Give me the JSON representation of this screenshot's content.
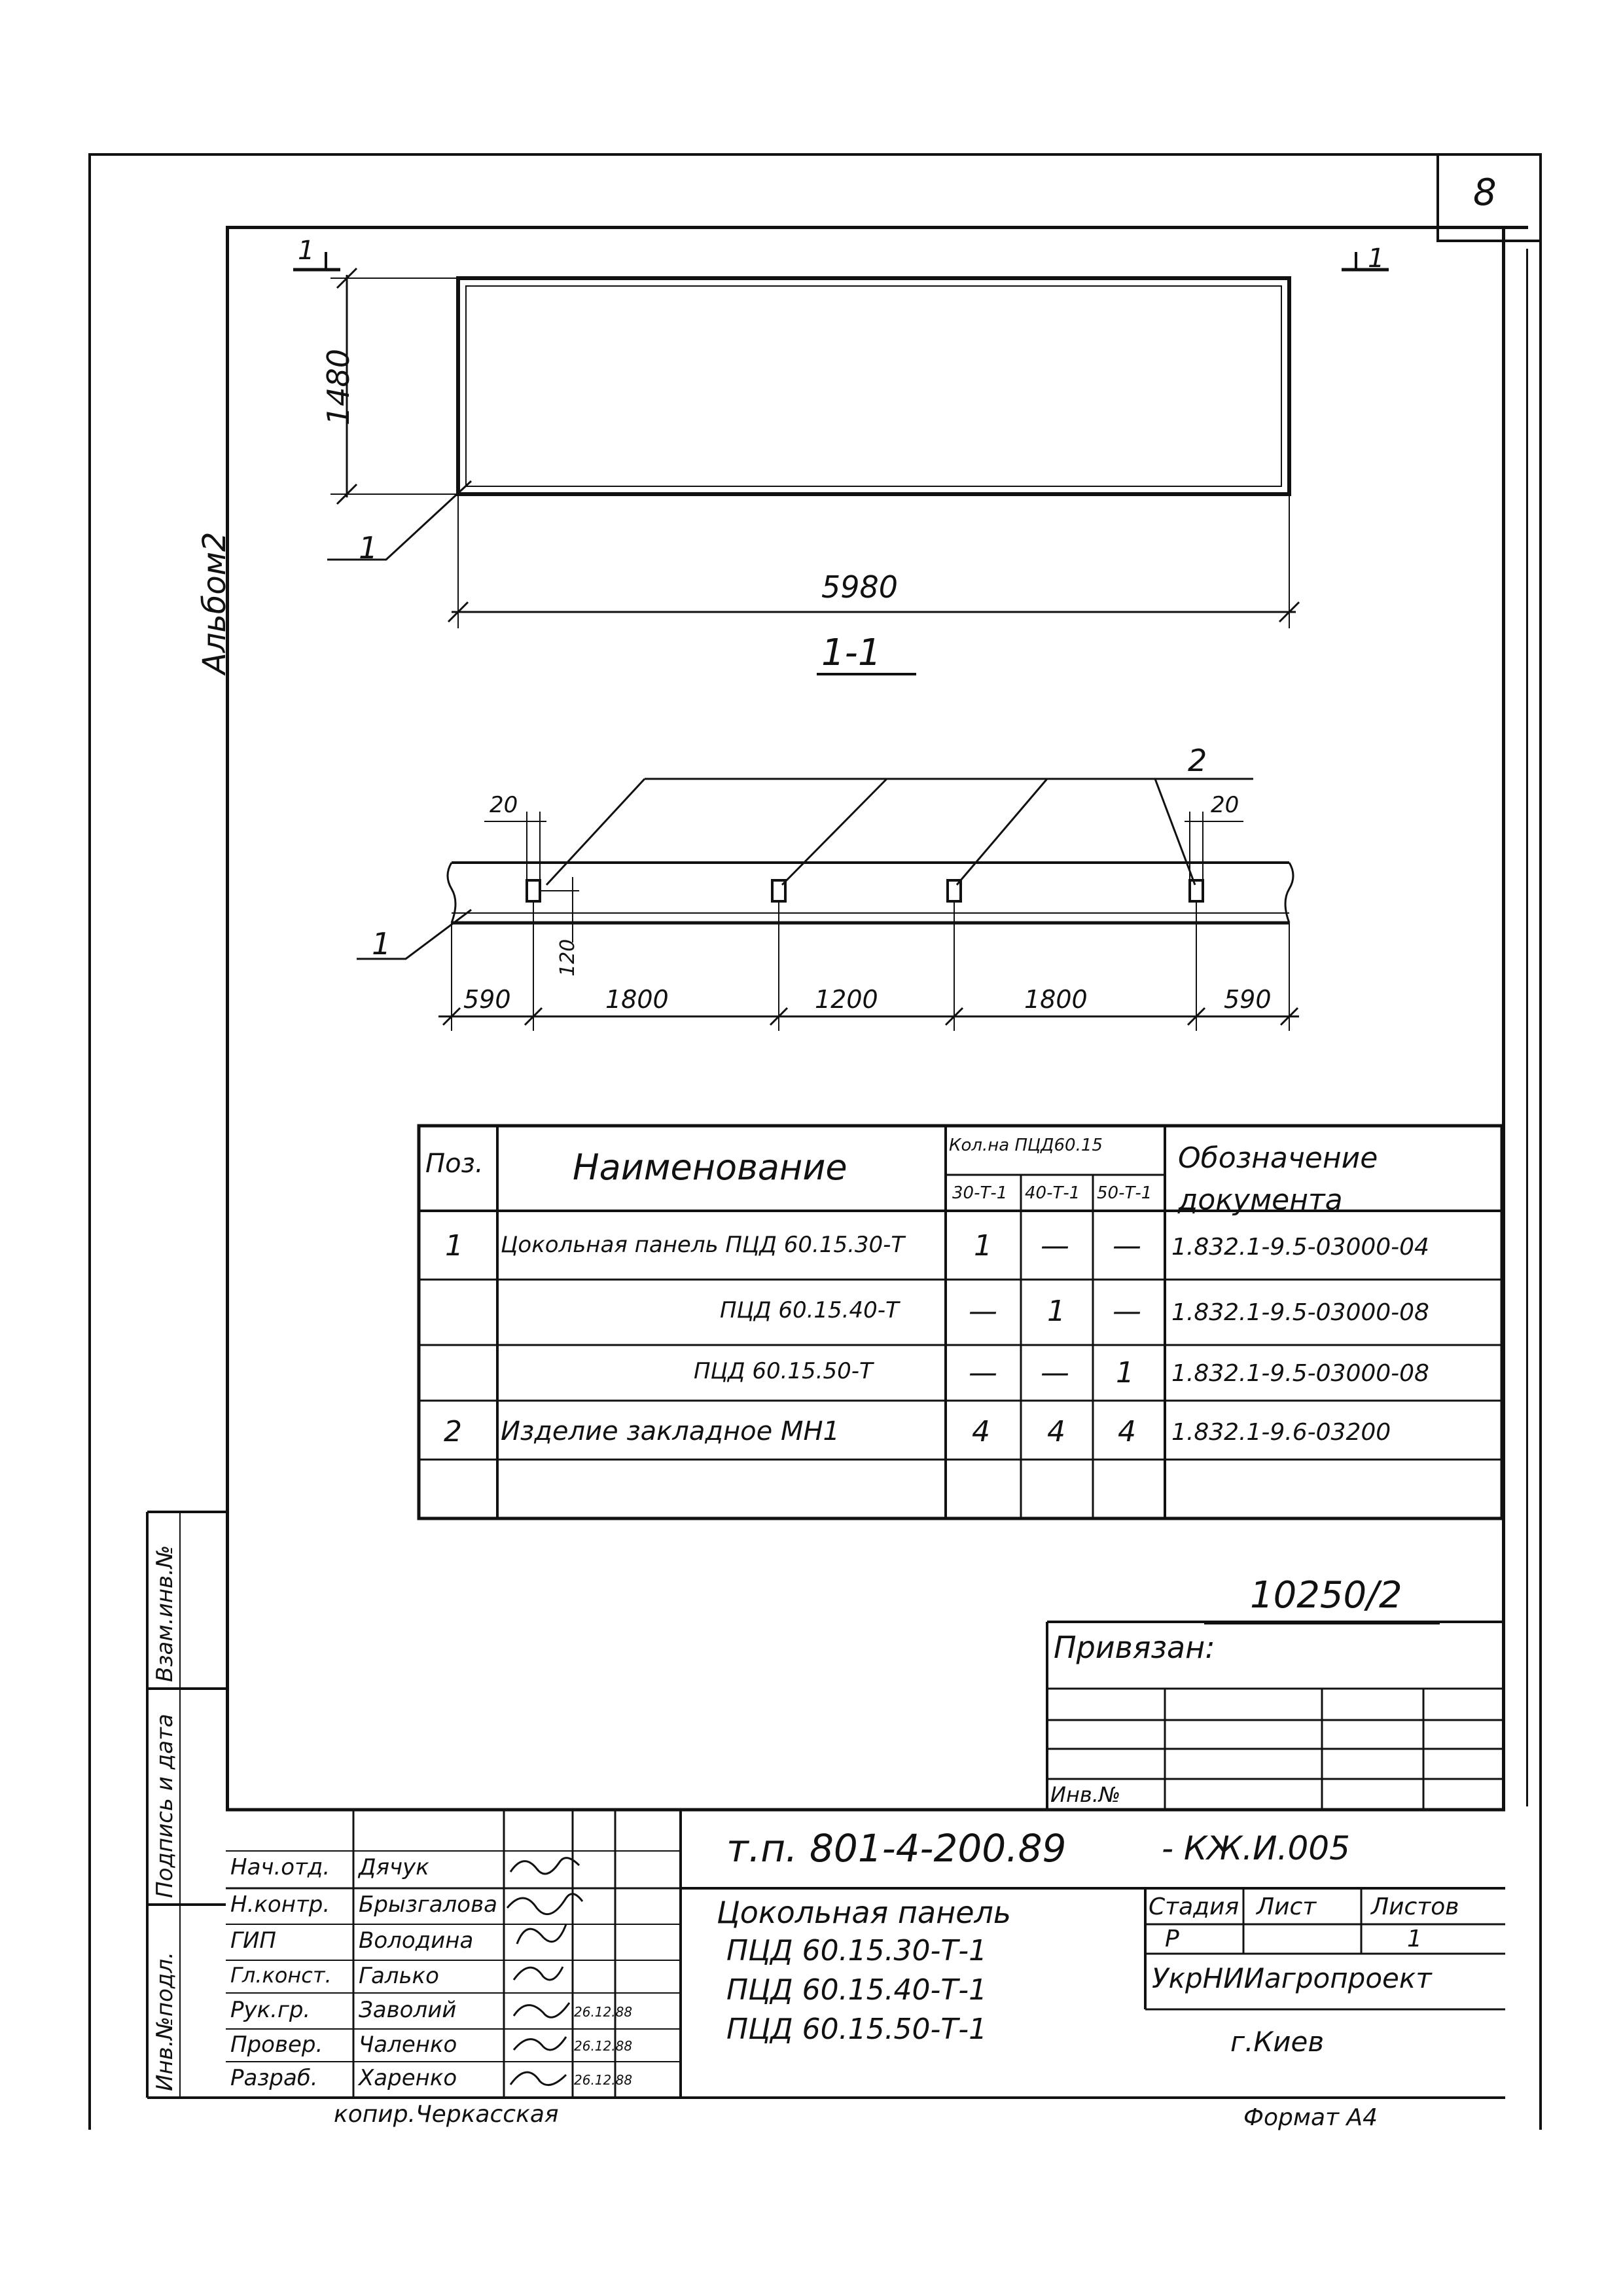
{
  "sheet_number": "8",
  "album_label": "Альбом2",
  "top_drawing": {
    "section_mark": "1",
    "height_dim": "1480",
    "width_dim": "5980",
    "leader_label": "1"
  },
  "section": {
    "title": "1-1",
    "leader_top": "2",
    "leader_left": "1",
    "gap_left": "20",
    "gap_right": "20",
    "vertical_dim": "120",
    "dims": [
      "590",
      "1800",
      "1200",
      "1800",
      "590"
    ]
  },
  "spec_table": {
    "headers": {
      "pos": "Поз.",
      "name": "Наименование",
      "qty_group": "Кол.на ПЦД60.15",
      "qty_cols": [
        "30-Т-1",
        "40-Т-1",
        "50-Т-1"
      ],
      "doc": "Обозначение документа"
    },
    "rows": [
      {
        "pos": "1",
        "name": "Цокольная панель ПЦД 60.15.30-Т",
        "q1": "1",
        "q2": "—",
        "q3": "—",
        "doc": "1.832.1-9.5-03000-04"
      },
      {
        "pos": "",
        "name": "ПЦД 60.15.40-Т",
        "q1": "—",
        "q2": "1",
        "q3": "—",
        "doc": "1.832.1-9.5-03000-08"
      },
      {
        "pos": "",
        "name": "ПЦД 60.15.50-Т",
        "q1": "—",
        "q2": "—",
        "q3": "1",
        "doc": "1.832.1-9.5-03000-08"
      },
      {
        "pos": "2",
        "name": "Изделие закладное МН1",
        "q1": "4",
        "q2": "4",
        "q3": "4",
        "doc": "1.832.1-9.6-03200"
      },
      {
        "pos": "",
        "name": "",
        "q1": "",
        "q2": "",
        "q3": "",
        "doc": ""
      }
    ]
  },
  "doc_number": "10250/2",
  "privyazan": {
    "title": "Привязан:",
    "inv_label": "Инв.№"
  },
  "side_stamp": {
    "vzam": "Взам.инв.№",
    "podpis": "Подпись и дата",
    "inv_podl": "Инв.№подл."
  },
  "title_block": {
    "code": "т.п. 801-4-200.89",
    "code_suffix": "- КЖ.И.005",
    "roles": [
      {
        "role": "Нач.отд.",
        "name": "Дячук",
        "date": ""
      },
      {
        "role": "Н.контр.",
        "name": "Брызгалова",
        "date": ""
      },
      {
        "role": "ГИП",
        "name": "Володина",
        "date": ""
      },
      {
        "role": "Гл.конст.",
        "name": "Галько",
        "date": ""
      },
      {
        "role": "Рук.гр.",
        "name": "Заволий",
        "date": "26.12.88"
      },
      {
        "role": "Провер.",
        "name": "Чаленко",
        "date": "26.12.88"
      },
      {
        "role": "Разраб.",
        "name": "Харенко",
        "date": "26.12.88"
      }
    ],
    "item_title": [
      "Цокольная панель",
      "ПЦД 60.15.30-Т-1",
      "ПЦД 60.15.40-Т-1",
      "ПЦД 60.15.50-Т-1"
    ],
    "stage_label": "Стадия",
    "sheet_label": "Лист",
    "sheets_label": "Листов",
    "stage": "Р",
    "sheets": "1",
    "org": "УкрНИИагропроект",
    "city": "г.Киев"
  },
  "copy_note": "копир.Черкасская",
  "format_note": "Формат А4"
}
